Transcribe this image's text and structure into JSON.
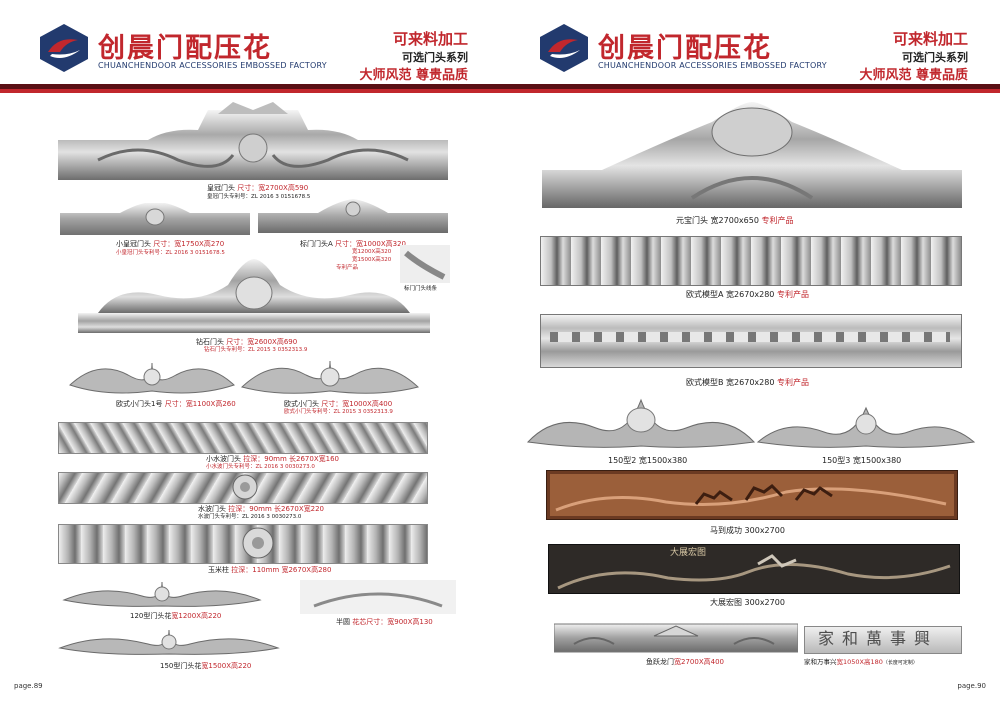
{
  "header": {
    "brand_cn": "创晨门配压花",
    "brand_en": "CHUANCHENDOOR ACCESSORIES EMBOSSED FACTORY",
    "slogan1": "可来料加工",
    "slogan2": "可选门头系列",
    "slogan3": "大师风范  尊贵品质"
  },
  "left_page": {
    "page_number": "page.89",
    "items": {
      "crown": {
        "name": "皇冠门头",
        "size": "尺寸：宽2700X高590",
        "patent": "皇冠门头专利号：ZL 2016 3 0151678.5"
      },
      "small_crown": {
        "name": "小皇冠门头",
        "size": "尺寸：宽1750X高270",
        "patent": "小皇冠门头专利号：ZL 2016 3 0151678.5"
      },
      "standard_a": {
        "name": "标门门头A",
        "size": "尺寸：宽1000X高320",
        "size2": "宽1200X高320",
        "size3": "宽1500X高320",
        "patent": "专利产品"
      },
      "standard_line": {
        "name": "标门门头线条"
      },
      "diamond": {
        "name": "钻石门头",
        "size": "尺寸：宽2600X高690",
        "patent": "钻石门头专利号：ZL 2015 3 0352313.9"
      },
      "euro_small_1": {
        "name": "欧式小门头1号",
        "size": "尺寸：宽1100X高260"
      },
      "euro_small": {
        "name": "欧式小门头",
        "size": "尺寸：宽1000X高400",
        "patent": "欧式小门头专利号：ZL 2015 3 0352313.9"
      },
      "small_wave": {
        "name": "小水波门头",
        "size": "拉深：90mm  长2670X宽160",
        "patent": "小水波门头专利号：ZL 2016 3 0030273.0"
      },
      "wave": {
        "name": "水波门头",
        "size": "拉深：90mm  长2670X宽220",
        "patent": "水波门头专利号：ZL 2016 3 0030273.0"
      },
      "corn": {
        "name": "玉米柱",
        "size": "拉深：110mm  宽2670X高280"
      },
      "flower_120": {
        "name": "120型门头花",
        "size": "宽1200X高220"
      },
      "half_circle": {
        "name": "半圆",
        "size": "花芯尺寸：宽900X高130"
      },
      "flower_150": {
        "name": "150型门头花",
        "size": "宽1500X高220"
      }
    }
  },
  "right_page": {
    "page_number": "page.90",
    "items": {
      "yuanbao": {
        "name": "元宝门头",
        "size": "宽2700x650",
        "patent": "专利产品"
      },
      "euro_a": {
        "name": "欧式模型A",
        "size": "宽2670x280",
        "patent": "专利产品"
      },
      "euro_b": {
        "name": "欧式模型B",
        "size": "宽2670x280",
        "patent": "专利产品"
      },
      "type150_2": {
        "name": "150型2",
        "size": "宽1500x380"
      },
      "type150_3": {
        "name": "150型3",
        "size": "宽1500x380"
      },
      "horse": {
        "name": "马到成功",
        "size": "300x2700"
      },
      "grand": {
        "name": "大展宏图",
        "size": "300x2700",
        "plaque_text": "大展宏图"
      },
      "fish_dragon": {
        "name": "鱼跃龙门",
        "size": "宽2700X高400"
      },
      "family": {
        "name": "家和万事兴",
        "size": "宽1050X高180",
        "note": "（长度可定制）",
        "plaque_text": "家和萬事興"
      }
    }
  },
  "colors": {
    "brand_red": "#c1272d",
    "dark_red": "#5a1014",
    "navy": "#223a6e"
  }
}
